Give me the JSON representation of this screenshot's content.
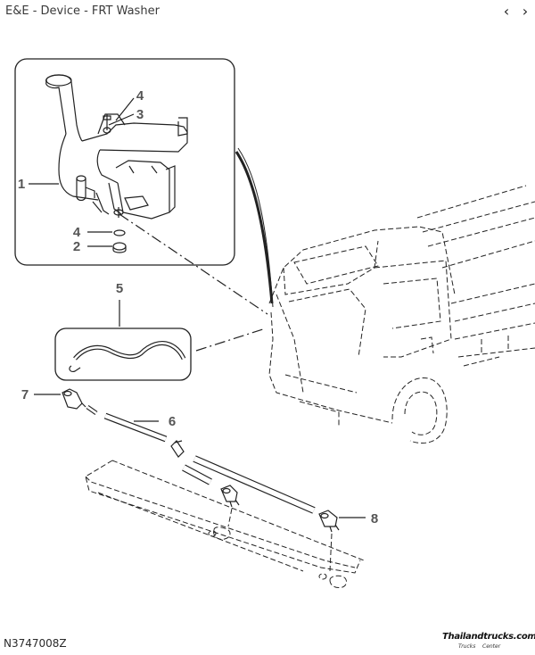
{
  "header": {
    "title": "E&E - Device - FRT Washer",
    "prev_icon": "‹",
    "next_icon": "›"
  },
  "callouts": {
    "c1": "1",
    "c2": "2",
    "c3": "3",
    "c4_top": "4",
    "c4_bottom": "4",
    "c5": "5",
    "c6": "6",
    "c7": "7",
    "c8": "8"
  },
  "footer": {
    "diagram_code": "N3747008Z",
    "logo_main": "Thailandtrucks.com",
    "logo_sub1": "Trucks",
    "logo_sub2": "Center"
  }
}
